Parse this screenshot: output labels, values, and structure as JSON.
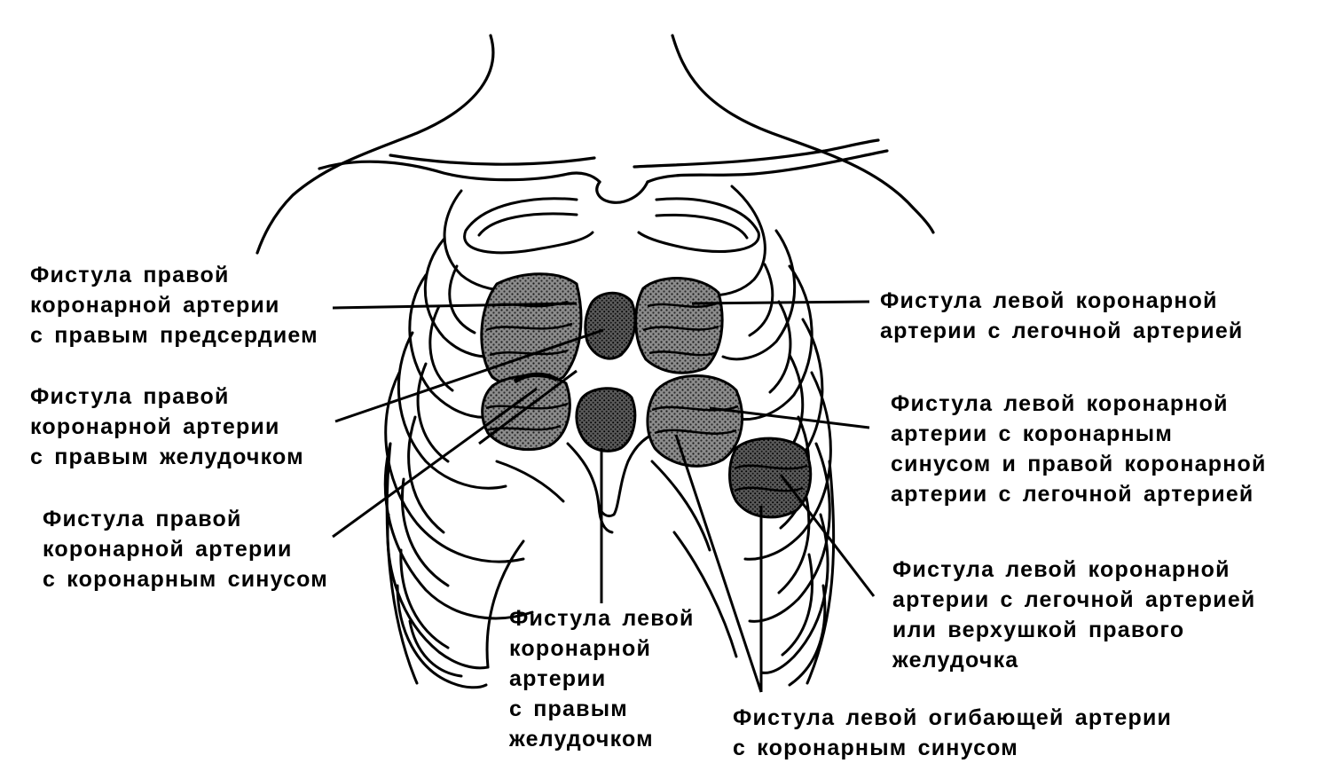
{
  "diagram": {
    "colors": {
      "ink": "#000000",
      "fill": "#7a7a7a",
      "background": "#ffffff"
    },
    "labels": [
      {
        "id": "ra-atrium",
        "lines": [
          "Фистула правой",
          "коронарной артерии",
          "с правым предсердием"
        ]
      },
      {
        "id": "ra-ventricle",
        "lines": [
          "Фистула правой",
          "коронарной артерии",
          "с правым желудочком"
        ]
      },
      {
        "id": "ra-sinus",
        "lines": [
          "Фистула правой",
          "коронарной артерии",
          "с коронарным синусом"
        ]
      },
      {
        "id": "la-rv",
        "lines": [
          "Фистула левой",
          "коронарной",
          "артерии",
          "с правым",
          "желудочком"
        ]
      },
      {
        "id": "la-pa",
        "lines": [
          "Фистула левой коронарной",
          "артерии с легочной артерией"
        ]
      },
      {
        "id": "la-sinus-ra-pa",
        "lines": [
          "Фистула левой коронарной",
          "артерии с коронарным",
          "синусом и правой коронарной",
          "артерии с легочной артерией"
        ]
      },
      {
        "id": "la-pa-apex",
        "lines": [
          "Фистула левой коронарной",
          "артерии с легочной артерией",
          "или верхушкой правого",
          "желудочка"
        ]
      },
      {
        "id": "lcx-sinus",
        "lines": [
          "Фистула левой огибающей артерии",
          "с коронарным синусом"
        ]
      }
    ]
  }
}
